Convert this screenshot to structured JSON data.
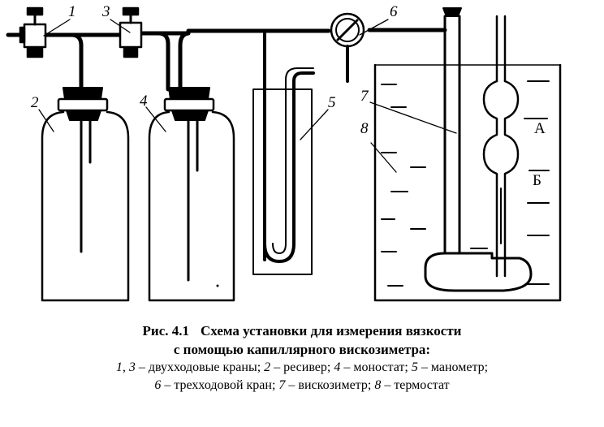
{
  "labels": {
    "n1": "1",
    "n2": "2",
    "n3": "3",
    "n4": "4",
    "n5": "5",
    "n6": "6",
    "n7": "7",
    "n8": "8",
    "bulb_a": "А",
    "bulb_b": "Б"
  },
  "caption": {
    "fig_number": "Рис. 4.1",
    "title_line1": "Схема установки для измерения вязкости",
    "title_line2": "с помощью капиллярного вискозиметра:",
    "legend_line1": [
      {
        "num": "1",
        "sep": ", "
      },
      {
        "num": "3",
        "text": " – двухходовые краны; "
      },
      {
        "num": "2",
        "text": " – ресивер; "
      },
      {
        "num": "4",
        "text": " – моностат; "
      },
      {
        "num": "5",
        "text": " – манометр;"
      }
    ],
    "legend_line2": [
      {
        "num": "6",
        "text": " – трехходовой кран; "
      },
      {
        "num": "7",
        "text": " – вискозиметр; "
      },
      {
        "num": "8",
        "text": " – термостат"
      }
    ]
  }
}
